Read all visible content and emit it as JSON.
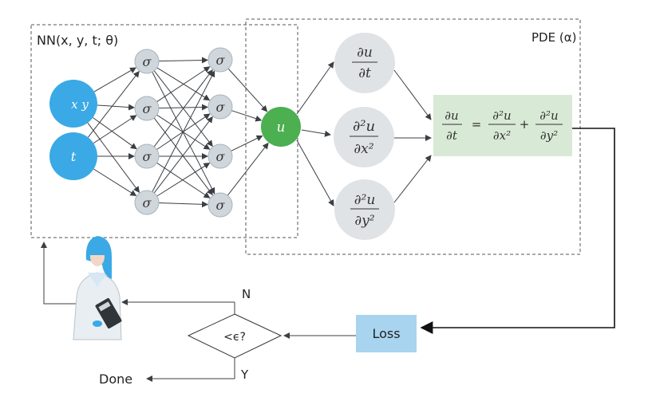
{
  "nn_box": {
    "label": "NN(x, y, t; θ)"
  },
  "pde_box": {
    "label": "PDE (α)"
  },
  "inputs": [
    {
      "label": "x y",
      "color": "#3aa9e6"
    },
    {
      "label": "t",
      "color": "#3aa9e6"
    }
  ],
  "hidden_label": "σ",
  "output": {
    "label": "u",
    "color": "#4caf50"
  },
  "derivatives": [
    {
      "num": "∂u",
      "den": "∂t"
    },
    {
      "num": "∂²u",
      "den": "∂x²"
    },
    {
      "num": "∂²u",
      "den": "∂y²"
    }
  ],
  "equation": {
    "lhs_num": "∂u",
    "lhs_den": "∂t",
    "eq": "=",
    "t1_num": "∂²u",
    "t1_den": "∂x²",
    "plus": "+",
    "t2_num": "∂²u",
    "t2_den": "∂y²",
    "bg_color": "#d8ead5"
  },
  "loss": {
    "label": "Loss",
    "color": "#a8d4ef"
  },
  "decision": {
    "label": "<ϵ?"
  },
  "branch_no": "N",
  "branch_yes": "Y",
  "done": "Done",
  "colors": {
    "neuron": "#cfd6dc",
    "deriv": "#dfe3e6",
    "edge": "#3a3f44"
  }
}
